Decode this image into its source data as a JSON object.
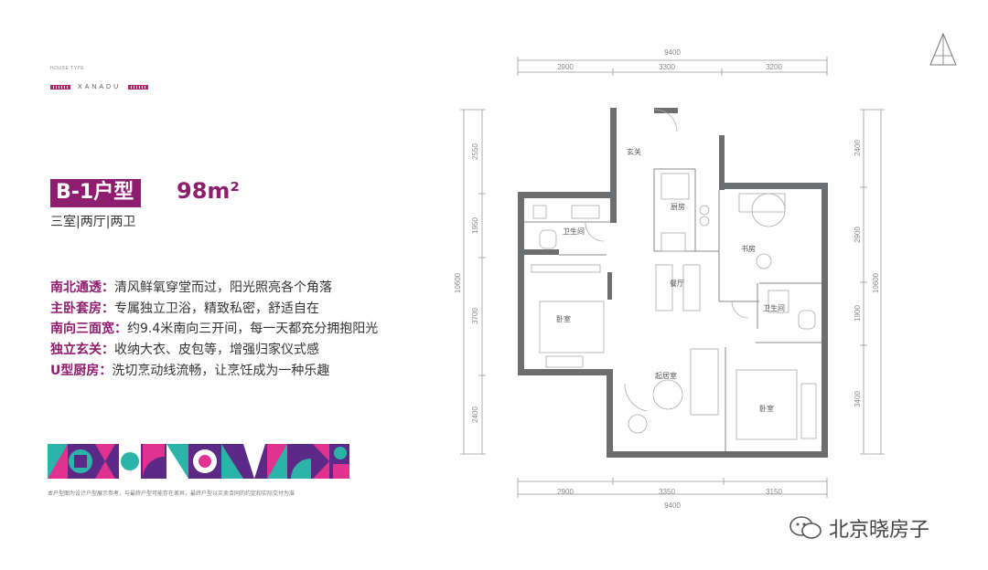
{
  "header": {
    "house_type": "HOUSE TYPE",
    "brand": "XANADU"
  },
  "unit": {
    "type_label": "B-1户型",
    "area_label": "98m²",
    "rooms": "三室|两厅|两卫"
  },
  "features": [
    {
      "key": "南北通透：",
      "value": "清风鲜氧穿堂而过，阳光照亮各个角落"
    },
    {
      "key": "主卧套房：",
      "value": "专属独立卫浴，精致私密，舒适自在"
    },
    {
      "key": "南向三面宽：",
      "value": "约9.4米南向三开间，每一天都充分拥抱阳光"
    },
    {
      "key": "独立玄关：",
      "value": "收纳大衣、皮包等，增强归家仪式感"
    },
    {
      "key": "U型厨房：",
      "value": "洗切烹动线流畅，让烹饪成为一种乐趣"
    }
  ],
  "disclaimer": "本户型图为设计户型展示参考，与最终户型可能存在差异，最终户型以买卖合同的约定和实际交付为准",
  "plan": {
    "top_total": "9400",
    "top_dims": [
      "2900",
      "3300",
      "3200"
    ],
    "bottom_total": "9400",
    "bottom_dims": [
      "2900",
      "3350",
      "3150"
    ],
    "left_total": "10600",
    "left_dims": [
      "2550",
      "1950",
      "3700",
      "2400"
    ],
    "right_total": "10600",
    "right_dims": [
      "2400",
      "2900",
      "1900",
      "3400"
    ],
    "rooms": {
      "foyer": "玄关",
      "kitchen": "厨房",
      "bath_left": "卫生间",
      "study": "书房",
      "dining": "餐厅",
      "bath_right": "卫生间",
      "bedroom_left": "卧室",
      "living": "起居室",
      "bedroom_right": "卧室"
    }
  },
  "watermark": "北京晓房子",
  "colors": {
    "brand": "#8e1d6f",
    "wall": "#6d6e70",
    "teal": "#2bb5a8",
    "purple": "#5b2a86",
    "pink": "#e0338f"
  }
}
